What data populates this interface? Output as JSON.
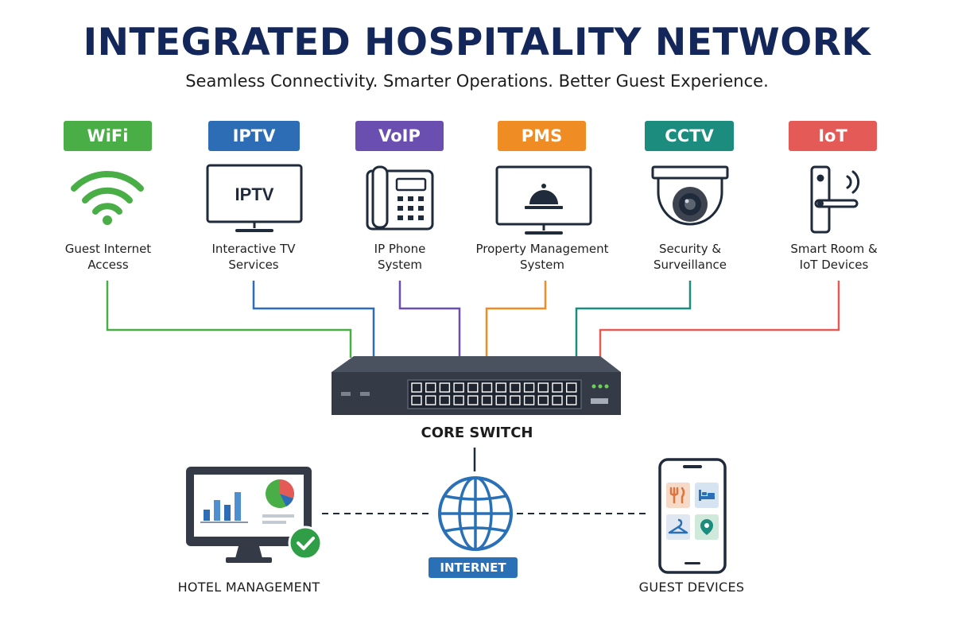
{
  "header": {
    "title": "INTEGRATED HOSPITALITY NETWORK",
    "subtitle": "Seamless Connectivity. Smarter Operations. Better Guest Experience."
  },
  "services": [
    {
      "badge": "WiFi",
      "label_line1": "Guest Internet",
      "label_line2": "Access",
      "color": "#4aae46",
      "icon": "wifi-icon"
    },
    {
      "badge": "IPTV",
      "label_line1": "Interactive TV",
      "label_line2": "Services",
      "color": "#2d6db5",
      "icon": "tv-icon",
      "screen_text": "IPTV"
    },
    {
      "badge": "VoIP",
      "label_line1": "IP Phone",
      "label_line2": "System",
      "color": "#6a4fb0",
      "icon": "phone-icon"
    },
    {
      "badge": "PMS",
      "label_line1": "Property Management",
      "label_line2": "System",
      "color": "#f08c24",
      "icon": "reception-bell-icon"
    },
    {
      "badge": "CCTV",
      "label_line1": "Security &",
      "label_line2": "Surveillance",
      "color": "#1b8c7e",
      "icon": "dome-camera-icon"
    },
    {
      "badge": "IoT",
      "label_line1": "Smart Room &",
      "label_line2": "IoT Devices",
      "color": "#e35a57",
      "icon": "smart-lock-icon"
    }
  ],
  "core": {
    "label": "CORE SWITCH"
  },
  "bottom": {
    "management": {
      "label": "HOTEL MANAGEMENT",
      "icon": "dashboard-monitor-icon"
    },
    "internet": {
      "label": "INTERNET",
      "icon": "globe-icon"
    },
    "guests": {
      "label": "GUEST DEVICES",
      "icon": "smartphone-icon"
    }
  },
  "colors": {
    "title": "#14275a",
    "switch": "#3b4350",
    "internet": "#2a70b6"
  }
}
